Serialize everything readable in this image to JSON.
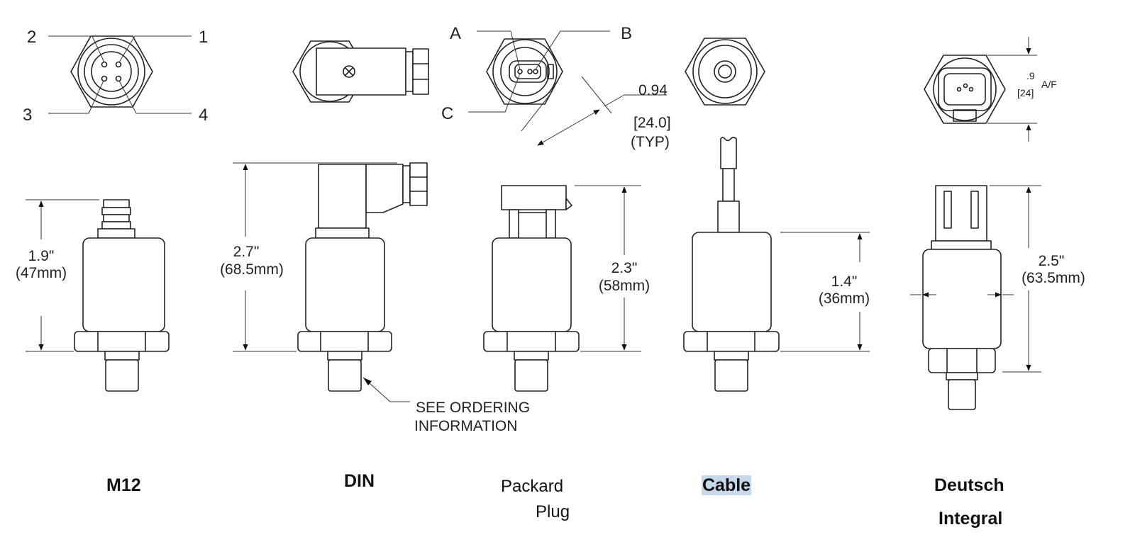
{
  "pin_labels": {
    "m12": [
      "2",
      "1",
      "3",
      "4"
    ],
    "packard": [
      "A",
      "B",
      "C"
    ]
  },
  "hex_dimension": {
    "value": "0.94",
    "metric": "[24.0]",
    "note": "(TYP)"
  },
  "deutsch_hex": {
    "top": ".9",
    "bottom": "[24]",
    "suffix": "A/F"
  },
  "dimensions": {
    "m12": {
      "inch": "1.9\"",
      "mm": "(47mm)"
    },
    "din": {
      "inch": "2.7\"",
      "mm": "(68.5mm)"
    },
    "packard": {
      "inch": "2.3\"",
      "mm": "(58mm)"
    },
    "cable": {
      "inch": "1.4\"",
      "mm": "(36mm)"
    },
    "deutsch": {
      "inch": "2.5\"",
      "mm": "(63.5mm)"
    }
  },
  "ordering_note": [
    "SEE ORDERING",
    "INFORMATION"
  ],
  "captions": {
    "m12": "M12",
    "din": "DIN",
    "packard": [
      "Packard",
      "Plug"
    ],
    "cable": "Cable",
    "deutsch": [
      "Deutsch",
      "Integral"
    ]
  },
  "colors": {
    "line": "#222222",
    "highlight": "#c6d9ec"
  }
}
